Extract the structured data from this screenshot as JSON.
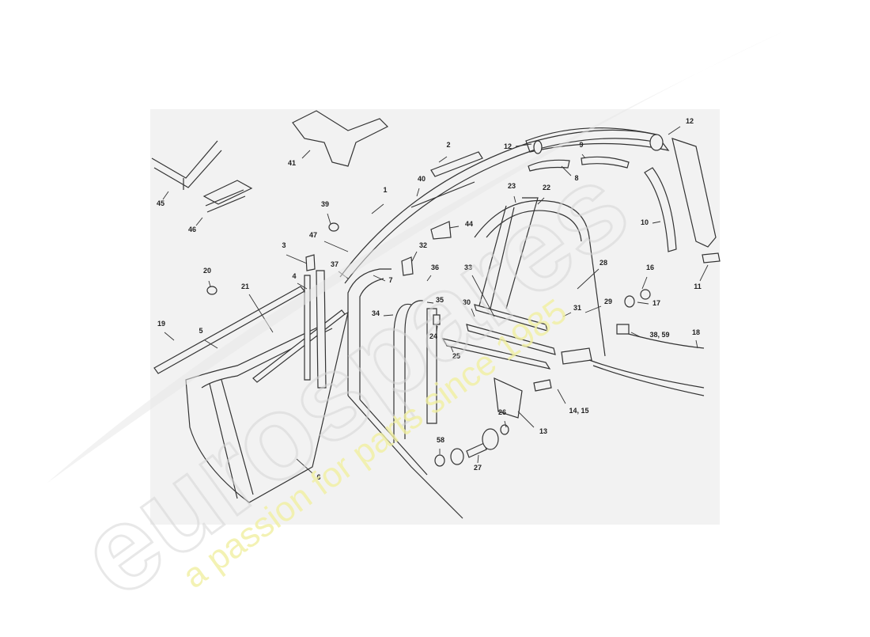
{
  "diagram": {
    "background": "#f2f2f2",
    "line_color": "#333333",
    "callouts": [
      "1",
      "2",
      "3",
      "4",
      "5",
      "6",
      "7",
      "8",
      "9",
      "10",
      "11",
      "12",
      "12",
      "13",
      "14,  15",
      "16",
      "17",
      "18",
      "19",
      "20",
      "21",
      "22",
      "23",
      "24",
      "25",
      "26",
      "27",
      "28",
      "29",
      "30",
      "31",
      "32",
      "33",
      "34",
      "35",
      "36",
      "37",
      "38,  59",
      "39",
      "40",
      "41",
      "44",
      "45",
      "46",
      "47",
      "58"
    ]
  },
  "watermark": {
    "brand": "eurospares",
    "tagline": "a passion for parts since 1985",
    "brand_color": "#d6d6d6",
    "tagline_color": "#f1f0a2"
  }
}
